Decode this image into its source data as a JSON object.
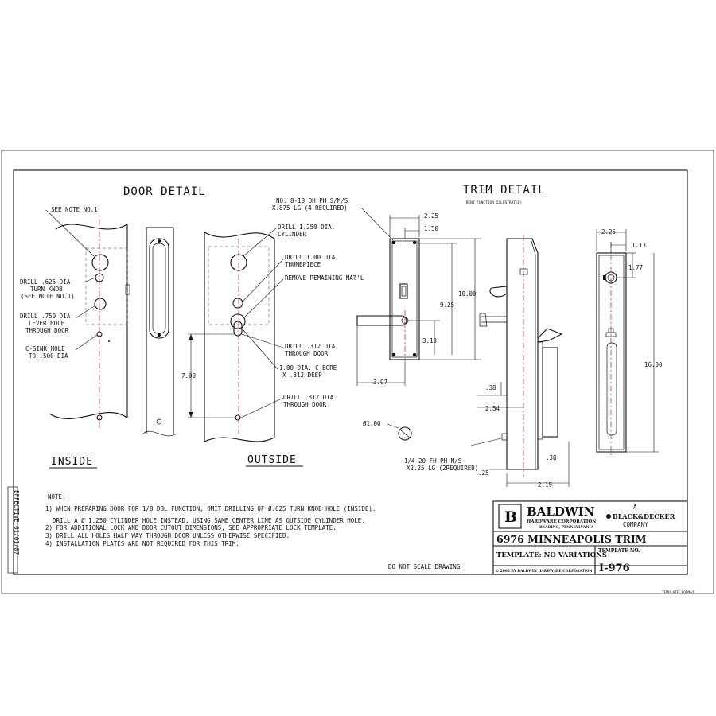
{
  "door_detail": {
    "title": "DOOR DETAIL",
    "inside_label": "INSIDE",
    "outside_label": "OUTSIDE",
    "callouts": {
      "see_note": "SEE NOTE NO.1",
      "turn_knob": [
        "DRILL .625 DIA.",
        "TURN KNOB",
        "(SEE NOTE NO.1)"
      ],
      "lever_hole": [
        "DRILL .750 DIA.",
        "LEVER HOLE",
        "THROUGH DOOR"
      ],
      "csink": [
        "C-SINK HOLE",
        "TO .500 DIA"
      ],
      "cylinder": [
        "DRILL 1.250 DIA.",
        "CYLINDER"
      ],
      "thumbpiece": [
        "DRILL 1.00 DIA",
        "THUMBPIECE"
      ],
      "remove": "REMOVE REMAINING MAT'L",
      "drill_312_a": [
        "DRILL .312 DIA",
        "THROUGH DOOR"
      ],
      "cbore": [
        "1.00 DIA. C-BORE",
        "X .312 DEEP"
      ],
      "drill_312_b": [
        "DRILL .312 DIA.",
        "THROUGH DOOR"
      ]
    },
    "dim_700": "7.00"
  },
  "trim_detail": {
    "title": "TRIM DETAIL",
    "subtitle": "(RENT FUNCTION ILLUSTRATED)",
    "screws_top": [
      "NO. 8-18 OH PH S/M/S",
      "X.875 LG (4 REQUIRED)"
    ],
    "screws_bottom": [
      "1/4-20 FH PH M/S",
      "X2.25 LG (2REQUIRED)"
    ],
    "hole_dia": "Ø1.00",
    "dims": {
      "d225_a": "2.25",
      "d150": "1.50",
      "d1000": "10.00",
      "d925": "9.25",
      "d313": "3.13",
      "d397": "3.97",
      "d038_a": ".38",
      "d254": "2.54",
      "d038_b": ".38",
      "d025": ".25",
      "d219": "2.19",
      "d225_b": "2.25",
      "d113": "1.13",
      "d177": "1.77",
      "d1600": "16.00"
    }
  },
  "notes": {
    "heading": "NOTE:",
    "lines": [
      "1) WHEN PREPARING DOOR FOR 1/8 DBL FUNCTION, OMIT DRILLING OF Ø.625 TURN KNOB HOLE (INSIDE).",
      "DRILL A Ø 1.250 CYLINDER HOLE INSTEAD, USING SAME CENTER LINE AS OUTSIDE CYLINDER HOLE.",
      "2) FOR ADDITIONAL LOCK AND DOOR CUTOUT DIMENSIONS, SEE APPROPRIATE LOCK TEMPLATE.",
      "3) DRILL ALL HOLES HALF WAY THROUGH DOOR UNLESS OTHERWISE SPECIFIED.",
      "4) INSTALLATION PLATES ARE NOT REQUIRED FOR THIS TRIM."
    ],
    "effective": "EFFECTIVE 01/01/07",
    "do_not_scale": "DO NOT SCALE DRAWING"
  },
  "title_block": {
    "logo_letter": "B",
    "brand": "BALDWIN",
    "brand_sub": "HARDWARE CORPORATION",
    "brand_loc": "READING, PENNSYLVANIA",
    "parent_a": "A",
    "parent": "BLACK&DECKER",
    "parent_company": "COMPANY",
    "product": "6976 MINNEAPOLIS TRIM",
    "template_variations": "TEMPLATE: NO VARIATIONS",
    "template_no_label": "TEMPLATE NO.",
    "template_no": "I-976",
    "copyright": "© 2006 BY BALDWIN HARDWARE CORPORATION",
    "corner_code": "TEMPLATE FORMAT"
  }
}
